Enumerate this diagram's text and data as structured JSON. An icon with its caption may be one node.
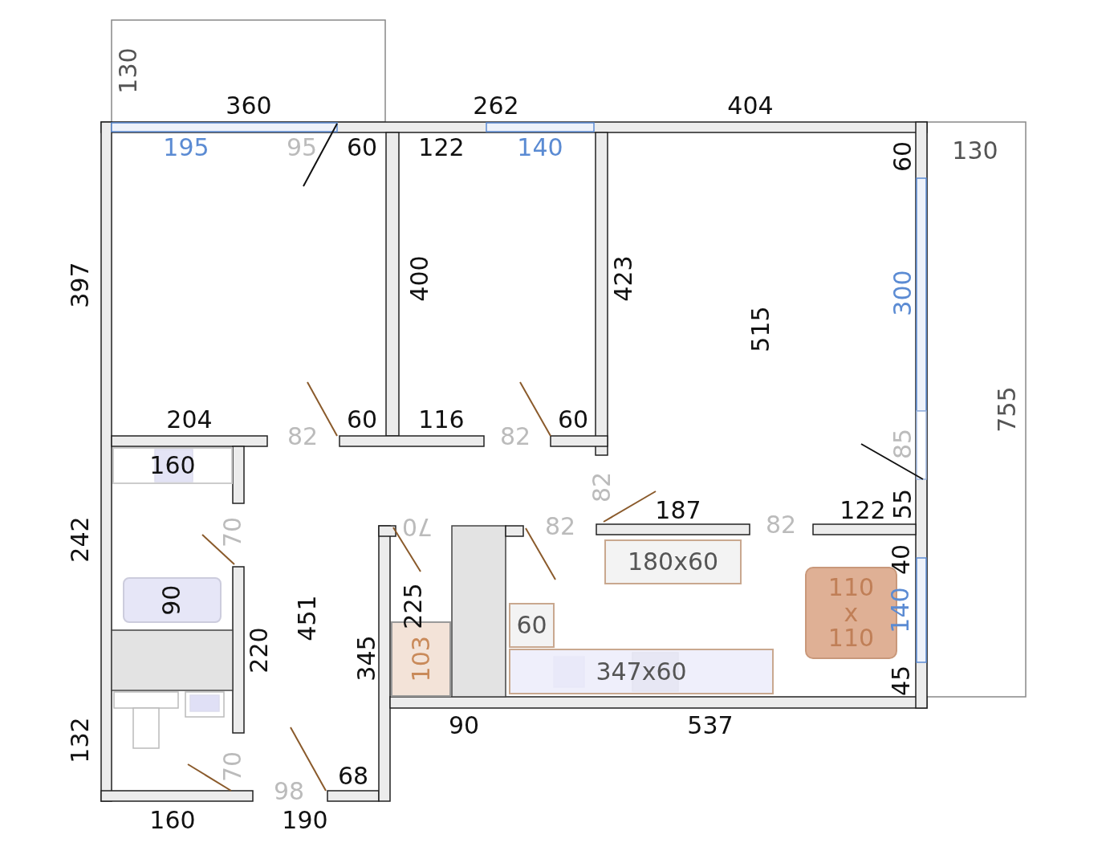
{
  "diagram": {
    "nodes": [
      {
        "text": [
          "160"
        ]
      },
      {
        "text": [
          "90"
        ]
      },
      {
        "text": [
          "103"
        ]
      },
      {
        "text": [
          "180x60"
        ]
      },
      {
        "text": [
          "60"
        ]
      },
      {
        "text": [
          "347x60"
        ]
      },
      {
        "text": [
          "110 x 110"
        ]
      }
    ],
    "labels": [
      "130",
      "360",
      "262",
      "404",
      "195",
      "95",
      "60",
      "122",
      "140",
      "60",
      "130",
      "397",
      "400",
      "423",
      "515",
      "300",
      "755",
      "204",
      "60",
      "116",
      "60",
      "82",
      "82",
      "85",
      "82",
      "187",
      "82",
      "82",
      "122",
      "55",
      "242",
      "70",
      "70",
      "40",
      "451",
      "225",
      "220",
      "345",
      "140",
      "45",
      "90",
      "537",
      "132",
      "70",
      "98",
      "68",
      "160",
      "190"
    ]
  }
}
